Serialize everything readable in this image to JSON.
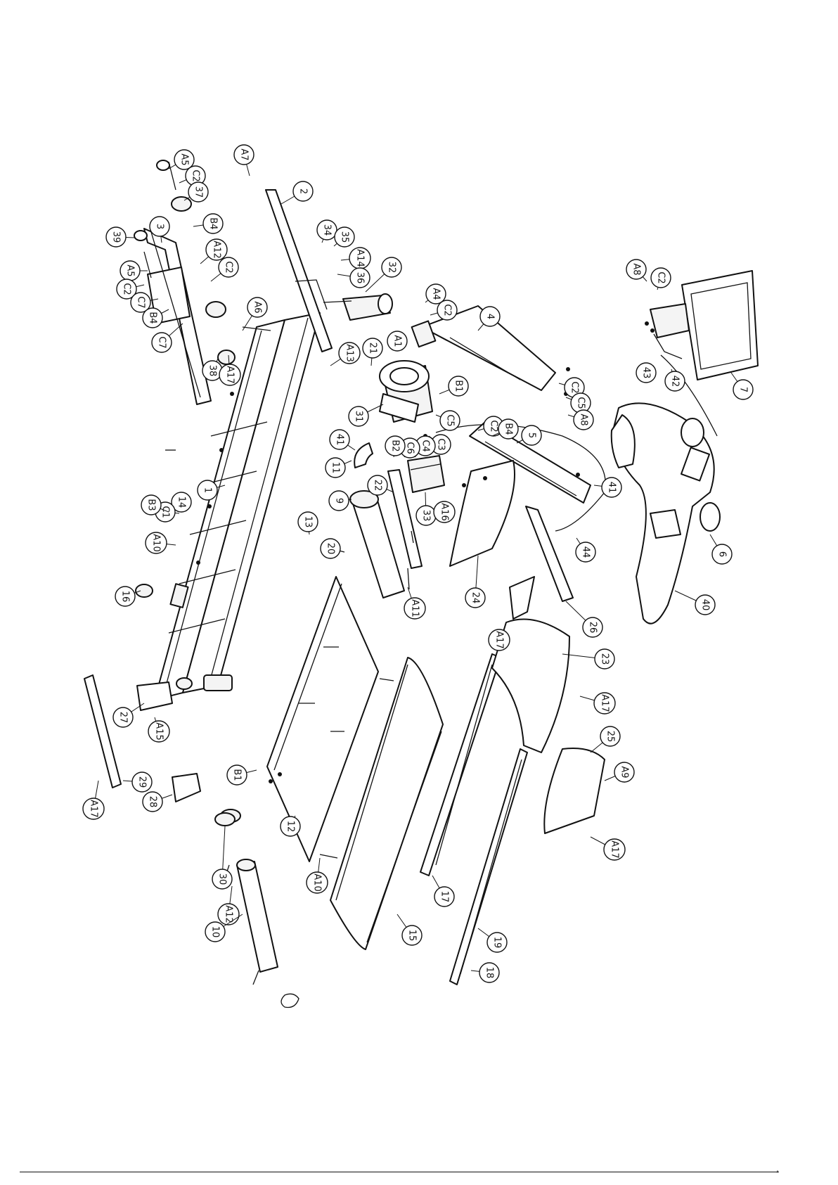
{
  "diagram": {
    "parts": [
      {
        "id": "a5",
        "label": "A5"
      },
      {
        "id": "c2-top",
        "label": "C2"
      },
      {
        "id": "a7",
        "label": "A7"
      },
      {
        "id": "p2",
        "label": "2"
      },
      {
        "id": "p37",
        "label": "37"
      },
      {
        "id": "b4-top",
        "label": "B4"
      },
      {
        "id": "p39",
        "label": "39"
      },
      {
        "id": "p3",
        "label": "3"
      },
      {
        "id": "a12",
        "label": "A12"
      },
      {
        "id": "a5b",
        "label": "A5"
      },
      {
        "id": "c2b",
        "label": "C2"
      },
      {
        "id": "c2c",
        "label": "C2"
      },
      {
        "id": "c7a",
        "label": "C7"
      },
      {
        "id": "b4b",
        "label": "B4"
      },
      {
        "id": "c7b",
        "label": "C7"
      },
      {
        "id": "a6",
        "label": "A6"
      },
      {
        "id": "p38",
        "label": "38"
      },
      {
        "id": "a17a",
        "label": "A17"
      },
      {
        "id": "p34",
        "label": "34"
      },
      {
        "id": "p35",
        "label": "35"
      },
      {
        "id": "a14",
        "label": "A14"
      },
      {
        "id": "p36",
        "label": "36"
      },
      {
        "id": "p32",
        "label": "32"
      },
      {
        "id": "a4",
        "label": "A4"
      },
      {
        "id": "c2d",
        "label": "C2"
      },
      {
        "id": "a1",
        "label": "A1"
      },
      {
        "id": "p4",
        "label": "4"
      },
      {
        "id": "a8",
        "label": "A8"
      },
      {
        "id": "c2e",
        "label": "C2"
      },
      {
        "id": "p7",
        "label": "7"
      },
      {
        "id": "p21",
        "label": "21"
      },
      {
        "id": "a13",
        "label": "A13"
      },
      {
        "id": "p31",
        "label": "31"
      },
      {
        "id": "b1a",
        "label": "B1"
      },
      {
        "id": "c5a",
        "label": "C5"
      },
      {
        "id": "c3",
        "label": "C3"
      },
      {
        "id": "c2f",
        "label": "C2"
      },
      {
        "id": "c5b",
        "label": "C5"
      },
      {
        "id": "a8b",
        "label": "A8"
      },
      {
        "id": "p43",
        "label": "43"
      },
      {
        "id": "p42",
        "label": "42"
      },
      {
        "id": "c2g",
        "label": "C2"
      },
      {
        "id": "b4c",
        "label": "B4"
      },
      {
        "id": "p5",
        "label": "5"
      },
      {
        "id": "c4",
        "label": "C4"
      },
      {
        "id": "c6",
        "label": "C6"
      },
      {
        "id": "b2",
        "label": "B2"
      },
      {
        "id": "p41a",
        "label": "41"
      },
      {
        "id": "p11",
        "label": "11"
      },
      {
        "id": "p1",
        "label": "1"
      },
      {
        "id": "p14",
        "label": "14"
      },
      {
        "id": "c1",
        "label": "C1"
      },
      {
        "id": "b3",
        "label": "B3"
      },
      {
        "id": "p22",
        "label": "22"
      },
      {
        "id": "p33",
        "label": "33"
      },
      {
        "id": "a16",
        "label": "A16"
      },
      {
        "id": "p9",
        "label": "9"
      },
      {
        "id": "p41b",
        "label": "41"
      },
      {
        "id": "p44",
        "label": "44"
      },
      {
        "id": "p6",
        "label": "6"
      },
      {
        "id": "a10a",
        "label": "A10"
      },
      {
        "id": "p13",
        "label": "13"
      },
      {
        "id": "p20",
        "label": "20"
      },
      {
        "id": "p16",
        "label": "16"
      },
      {
        "id": "p24",
        "label": "24"
      },
      {
        "id": "a11",
        "label": "A11"
      },
      {
        "id": "p40",
        "label": "40"
      },
      {
        "id": "p26",
        "label": "26"
      },
      {
        "id": "a17b",
        "label": "A17"
      },
      {
        "id": "p23",
        "label": "23"
      },
      {
        "id": "a17c",
        "label": "A17"
      },
      {
        "id": "p27",
        "label": "27"
      },
      {
        "id": "a15",
        "label": "A15"
      },
      {
        "id": "p25",
        "label": "25"
      },
      {
        "id": "a9",
        "label": "A9"
      },
      {
        "id": "b1b",
        "label": "B1"
      },
      {
        "id": "p29",
        "label": "29"
      },
      {
        "id": "p28",
        "label": "28"
      },
      {
        "id": "a17d",
        "label": "A17"
      },
      {
        "id": "a17e",
        "label": "A17"
      },
      {
        "id": "p12",
        "label": "12"
      },
      {
        "id": "p30",
        "label": "30"
      },
      {
        "id": "a10b",
        "label": "A10"
      },
      {
        "id": "p17",
        "label": "17"
      },
      {
        "id": "a12b",
        "label": "A12"
      },
      {
        "id": "p15",
        "label": "15"
      },
      {
        "id": "p19",
        "label": "19"
      },
      {
        "id": "p10",
        "label": "10"
      },
      {
        "id": "p18",
        "label": "18"
      }
    ]
  },
  "page": {
    "mark": ","
  }
}
